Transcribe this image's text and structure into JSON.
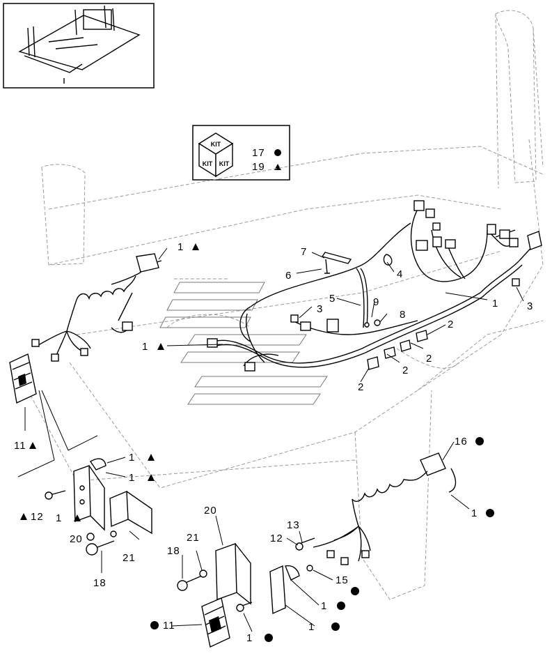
{
  "kit_box": {
    "icon_text": [
      "KIT",
      "KIT",
      "KIT"
    ],
    "rows": [
      {
        "number": "17",
        "marker": "circle"
      },
      {
        "number": "19",
        "marker": "triangle"
      }
    ]
  },
  "callouts": [
    {
      "num": "1",
      "marker": "triangle"
    },
    {
      "num": "1",
      "marker": "triangle"
    },
    {
      "num": "1",
      "marker": ""
    },
    {
      "num": "2",
      "marker": ""
    },
    {
      "num": "2",
      "marker": ""
    },
    {
      "num": "2",
      "marker": ""
    },
    {
      "num": "2",
      "marker": ""
    },
    {
      "num": "3",
      "marker": ""
    },
    {
      "num": "3",
      "marker": ""
    },
    {
      "num": "4",
      "marker": ""
    },
    {
      "num": "5",
      "marker": ""
    },
    {
      "num": "6",
      "marker": ""
    },
    {
      "num": "7",
      "marker": ""
    },
    {
      "num": "8",
      "marker": ""
    },
    {
      "num": "9",
      "marker": ""
    },
    {
      "num": "11",
      "marker": "triangle"
    },
    {
      "num": "1",
      "marker": "triangle"
    },
    {
      "num": "1",
      "marker": "triangle"
    },
    {
      "num": "12",
      "marker": "triangle"
    },
    {
      "num": "1",
      "marker": "triangle"
    },
    {
      "num": "20",
      "marker": ""
    },
    {
      "num": "21",
      "marker": ""
    },
    {
      "num": "18",
      "marker": ""
    },
    {
      "num": "16",
      "marker": "circle"
    },
    {
      "num": "1",
      "marker": "circle"
    },
    {
      "num": "13",
      "marker": ""
    },
    {
      "num": "12",
      "marker": ""
    },
    {
      "num": "15",
      "marker": "circle"
    },
    {
      "num": "20",
      "marker": ""
    },
    {
      "num": "21",
      "marker": ""
    },
    {
      "num": "18",
      "marker": ""
    },
    {
      "num": "1",
      "marker": "circle"
    },
    {
      "num": "11",
      "marker": "circle"
    },
    {
      "num": "1",
      "marker": "circle"
    },
    {
      "num": "1",
      "marker": "circle"
    }
  ]
}
